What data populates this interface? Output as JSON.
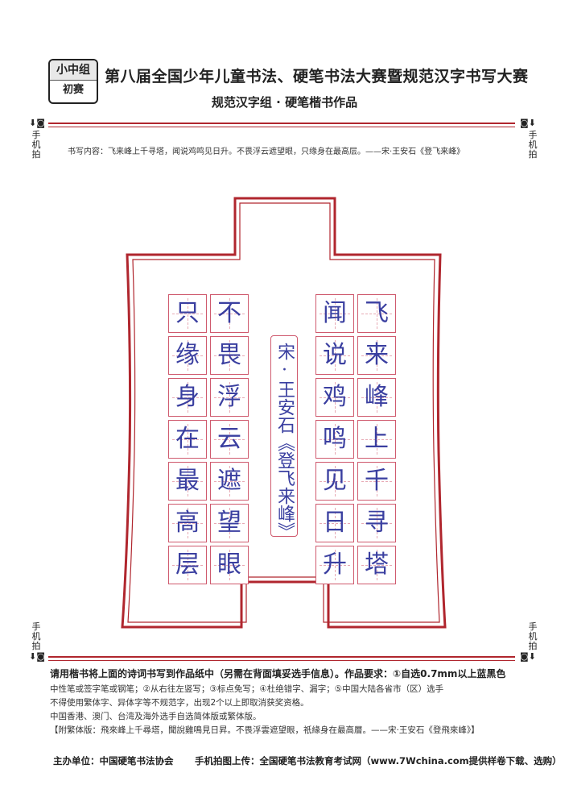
{
  "badge": {
    "top": "小中组",
    "bottom": "初赛"
  },
  "header": {
    "title": "第八届全国少年儿童书法、硬笔书法大赛暨规范汉字书写大赛",
    "subtitle": "规范汉字组 · 硬笔楷书作品"
  },
  "side_label": "手机拍",
  "content_line": "书写内容：飞来峰上千寻塔，闻说鸡鸣见日升。不畏浮云遮望眼，只缘身在最高层。——宋·王安石《登飞来峰》",
  "colors": {
    "accent": "#b0262e",
    "grid": "#cf5a6e",
    "ink": "#3a3fa0"
  },
  "calligraphy": {
    "columns": [
      [
        "只",
        "缘",
        "身",
        "在",
        "最",
        "高",
        "层"
      ],
      [
        "不",
        "畏",
        "浮",
        "云",
        "遮",
        "望",
        "眼"
      ],
      [
        "闻",
        "说",
        "鸡",
        "鸣",
        "见",
        "日",
        "升"
      ],
      [
        "飞",
        "来",
        "峰",
        "上",
        "千",
        "寻",
        "塔"
      ]
    ],
    "signature": "宋·王安石《登飞来峰》"
  },
  "requirements": {
    "line1": "请用楷书将上面的诗词书写到作品纸中（另需在背面填妥选手信息）。作品要求：①自选0.7mm以上蓝黑色",
    "line2": "中性笔或签字笔或钢笔；②从右往左竖写；③标点免写；④杜绝错字、漏字；⑤中国大陆各省市（区）选手",
    "line3": "不得使用繁体字、异体字等不规范字，出现2个以上即取消获奖资格。",
    "line4": "中国香港、澳门、台湾及海外选手自选简体版或繁体版。",
    "line5": "【附繁体版：飛來峰上千尋塔，聞說雞鳴見日昇。不畏浮雲遮望眼，祇緣身在最高層。——宋·王安石《登飛來峰》】"
  },
  "footer": {
    "organizer": "主办单位：中国硬笔书法协会",
    "upload": "手机拍图上传：全国硬笔书法教育考试网（www.7Wchina.com提供样卷下载、选购）"
  }
}
